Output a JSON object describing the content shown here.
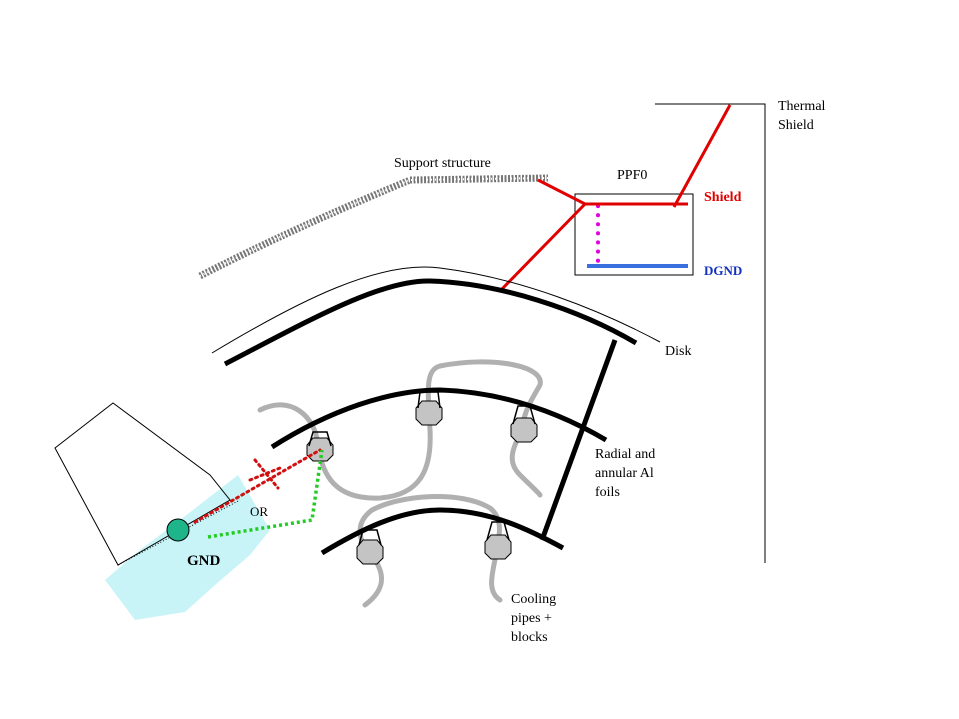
{
  "labels": {
    "thermal_shield": "Thermal\nShield",
    "support_structure": "Support structure",
    "ppf0": "PPF0",
    "shield": "Shield",
    "dgnd": "DGND",
    "disk": "Disk",
    "radial_annular": "Radial and\nannular Al\nfoils",
    "or": "OR",
    "gnd": "GND",
    "cooling": "Cooling\npipes +\nblocks"
  },
  "colors": {
    "shield": "#e00000",
    "dgnd": "#3a6fe0",
    "dgnd_text": "#1030c0",
    "magenta": "#e000e0",
    "green_dots": "#22cc22",
    "red_dots": "#d01010",
    "gnd_region": "#c8f4f8",
    "gnd_node": "#1fb58a",
    "pipe": "#b0b0b0",
    "block": "#c4c4c4"
  }
}
